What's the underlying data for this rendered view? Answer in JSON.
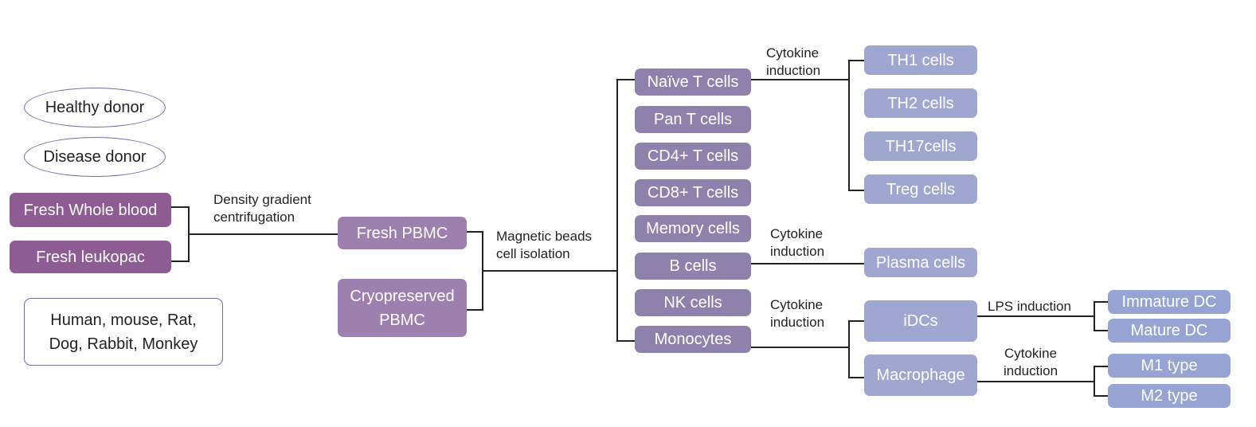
{
  "donors": {
    "healthy": "Healthy donor",
    "disease": "Disease donor"
  },
  "sources": {
    "whole_blood": "Fresh Whole blood",
    "leukopac": "Fresh leukopac"
  },
  "species": {
    "line1": "Human, mouse, Rat,",
    "line2": "Dog, Rabbit, Monkey"
  },
  "steps": {
    "density": [
      "Density gradient",
      "centrifugation"
    ],
    "magnetic": [
      "Magnetic beads",
      "cell isolation"
    ],
    "cytokine1": [
      "Cytokine",
      "induction"
    ],
    "cytokine2": [
      "Cytokine",
      "induction"
    ],
    "cytokine3": [
      "Cytokine",
      "induction"
    ],
    "cytokine4": [
      "Cytokine",
      "induction"
    ],
    "lps": "LPS induction"
  },
  "pbmc": {
    "fresh": "Fresh PBMC",
    "cryo": [
      "Cryopreserved",
      "PBMC"
    ]
  },
  "cell_types": {
    "naive_t": "Naïve T cells",
    "pan_t": "Pan T cells",
    "cd4_t": "CD4+ T cells",
    "cd8_t": "CD8+ T cells",
    "memory": "Memory cells",
    "b_cells": "B cells",
    "nk": "NK cells",
    "monocytes": "Monocytes"
  },
  "t_subsets": {
    "th1": "TH1 cells",
    "th2": "TH2 cells",
    "th17": "TH17cells",
    "treg": "Treg cells"
  },
  "b_derived": {
    "plasma": "Plasma cells"
  },
  "mono_derived": {
    "idcs": "iDCs",
    "macrophage": "Macrophage"
  },
  "dc_types": {
    "immature": "Immature DC",
    "mature": "Mature DC"
  },
  "macro_types": {
    "m1": "M1 type",
    "m2": "M2 type"
  },
  "colors": {
    "source_box": "#8c5c93",
    "pbmc_box": "#9d80ad",
    "cell_box": "#8e82ac",
    "subset_box": "#9fa6d0",
    "oval_border": "#7a6ba8",
    "connector": "#222222"
  }
}
